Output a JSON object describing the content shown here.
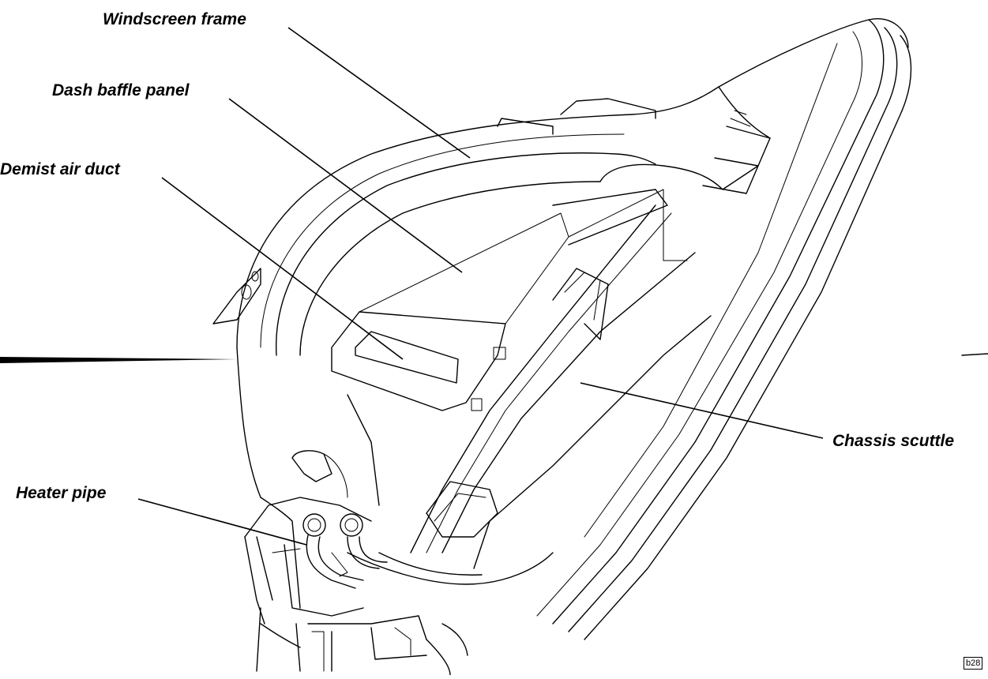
{
  "labels": {
    "windscreen_frame": "Windscreen frame",
    "dash_baffle_panel": "Dash baffle panel",
    "demist_air_duct": "Demist air duct",
    "chassis_scuttle": "Chassis scuttle",
    "heater_pipe": "Heater pipe"
  },
  "figure_ref": "b28"
}
